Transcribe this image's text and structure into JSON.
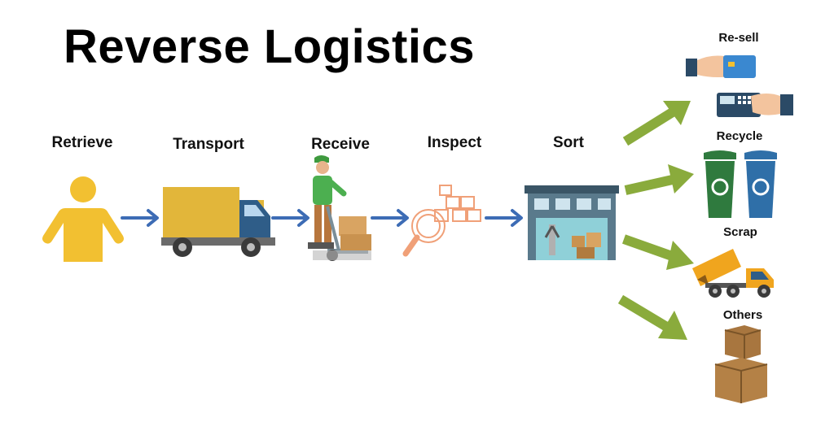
{
  "title": "Reverse Logistics",
  "steps": [
    {
      "label": "Retrieve",
      "icon": "person-icon"
    },
    {
      "label": "Transport",
      "icon": "truck-icon"
    },
    {
      "label": "Receive",
      "icon": "worker-hand-truck-icon"
    },
    {
      "label": "Inspect",
      "icon": "magnifier-boxes-icon"
    },
    {
      "label": "Sort",
      "icon": "warehouse-icon"
    }
  ],
  "outcomes": [
    {
      "label": "Re-sell",
      "icon": "card-payment-icon"
    },
    {
      "label": "Recycle",
      "icon": "recycle-bins-icon"
    },
    {
      "label": "Scrap",
      "icon": "dump-truck-icon"
    },
    {
      "label": "Others",
      "icon": "boxes-icon"
    }
  ],
  "colors": {
    "flow_arrow": "#3d6cb5",
    "outcome_arrow": "#8aab3c",
    "person": "#f2c031",
    "truck_body": "#e2b63a",
    "truck_cab": "#2f5d88",
    "inspect_line": "#f0a078",
    "recycle_green": "#2f7a3e",
    "recycle_blue": "#2f6fa8",
    "dump_truck": "#f0a51e",
    "box": "#a8763f"
  }
}
